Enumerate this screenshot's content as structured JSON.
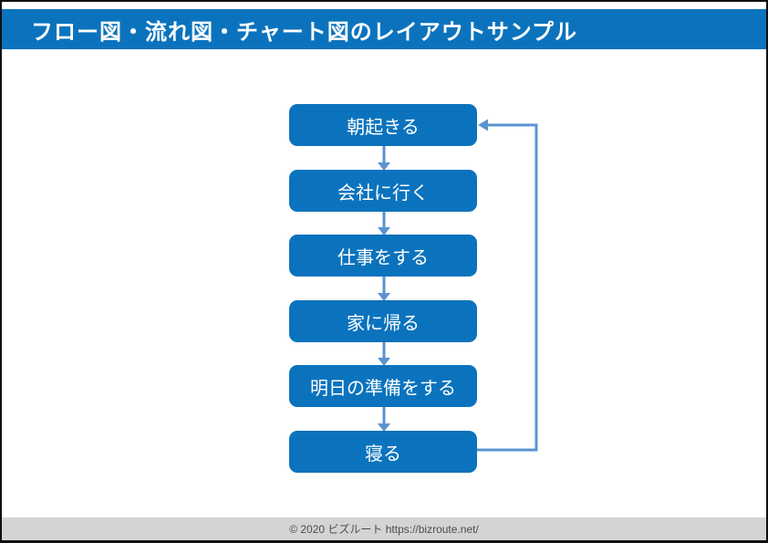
{
  "page": {
    "title": "フロー図・流れ図・チャート図のレイアウトサンプル"
  },
  "flow": {
    "nodes": [
      {
        "label": "朝起きる"
      },
      {
        "label": "会社に行く"
      },
      {
        "label": "仕事をする"
      },
      {
        "label": "家に帰る"
      },
      {
        "label": "明日の準備をする"
      },
      {
        "label": "寝る"
      }
    ],
    "loop_edge": {
      "from": "寝る",
      "to": "朝起きる"
    }
  },
  "footer": {
    "text": "© 2020 ビズルート https://bizroute.net/"
  },
  "theme": {
    "header_bg": "#0b73bd",
    "node_bg": "#0b73bd",
    "node_text": "#ffffff",
    "arrow_color": "#5b94d0",
    "footer_bg": "#d4d4d4",
    "footer_text_color": "#4c4c4c",
    "border_color": "#101010"
  }
}
